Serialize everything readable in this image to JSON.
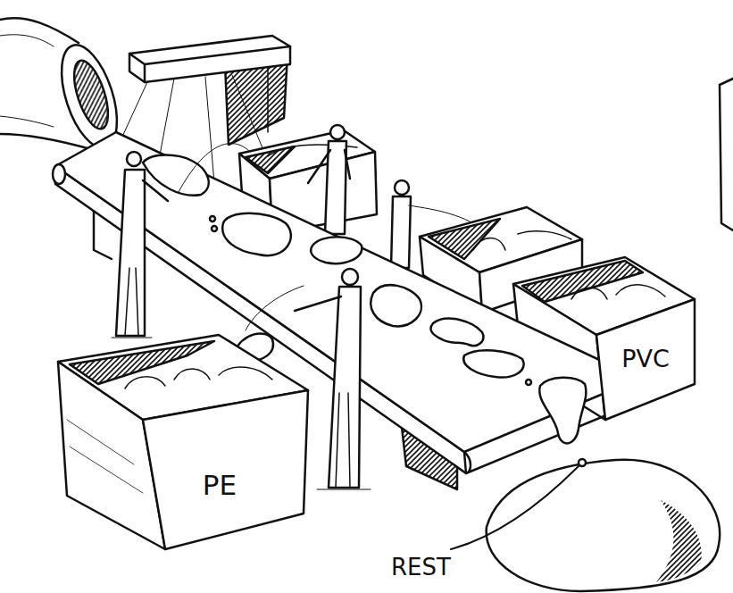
{
  "diagram": {
    "nodes": [
      {
        "text": [
          "PE"
        ]
      },
      {
        "text": [
          "PVC"
        ]
      }
    ],
    "labels": [
      "REST"
    ]
  }
}
